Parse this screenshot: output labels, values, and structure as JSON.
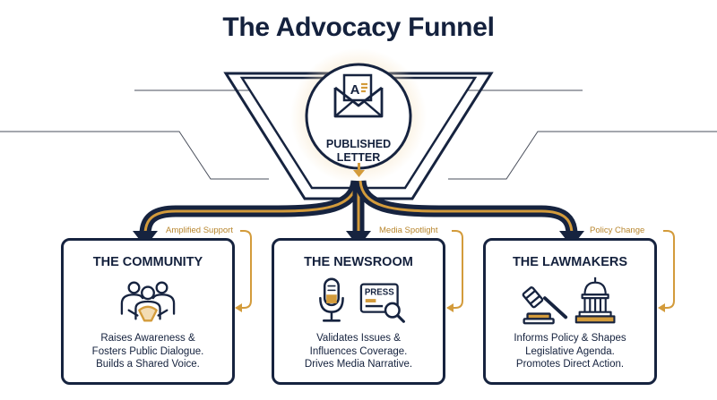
{
  "title": "The Advocacy Funnel",
  "emblem": {
    "label_line1": "PUBLISHED",
    "label_line2": "LETTER",
    "icon": "envelope-letter-icon",
    "envelope_mark": "A"
  },
  "colors": {
    "navy": "#16233f",
    "gold": "#d39b3b",
    "gold_glow": "#f6e2c0",
    "line_gray": "#4a4f5c"
  },
  "cards": [
    {
      "title": "THE COMMUNITY",
      "side_label": "Amplified Support",
      "icon": "community-people-icon",
      "desc": [
        "Raises Awareness &",
        "Fosters Public Dialogue.",
        "Builds a Shared Voice."
      ]
    },
    {
      "title": "THE NEWSROOM",
      "side_label": "Media Spotlight",
      "icon": "microphone-press-icon",
      "press_text": "PRESS",
      "desc": [
        "Validates Issues &",
        "Influences Coverage.",
        "Drives Media Narrative."
      ]
    },
    {
      "title": "THE LAWMAKERS",
      "side_label": "Policy Change",
      "icon": "gavel-capitol-icon",
      "desc": [
        "Informs Policy & Shapes",
        "Legislative Agenda.",
        "Promotes Direct Action."
      ]
    }
  ]
}
